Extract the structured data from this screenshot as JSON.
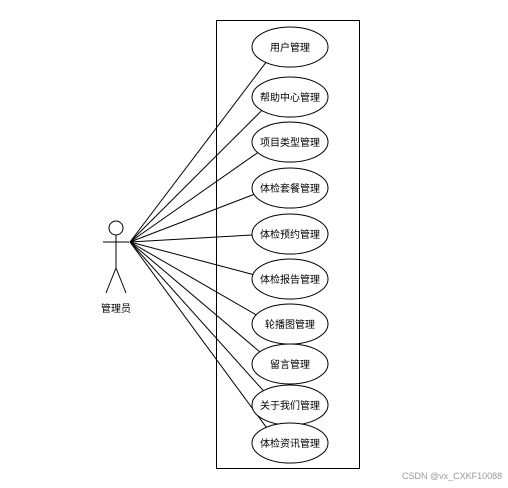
{
  "actor": {
    "label": "管理员"
  },
  "use_cases": [
    {
      "label": "用户管理"
    },
    {
      "label": "帮助中心管理"
    },
    {
      "label": "项目类型管理"
    },
    {
      "label": "体检套餐管理"
    },
    {
      "label": "体检预约管理"
    },
    {
      "label": "体检报告管理"
    },
    {
      "label": "轮播图管理"
    },
    {
      "label": "留言管理"
    },
    {
      "label": "关于我们管理"
    },
    {
      "label": "体检资讯管理"
    }
  ],
  "watermark": "CSDN @vx_CXKF10088",
  "colors": {
    "stroke": "#000000",
    "background": "#ffffff",
    "watermark": "#9a9a9a"
  }
}
